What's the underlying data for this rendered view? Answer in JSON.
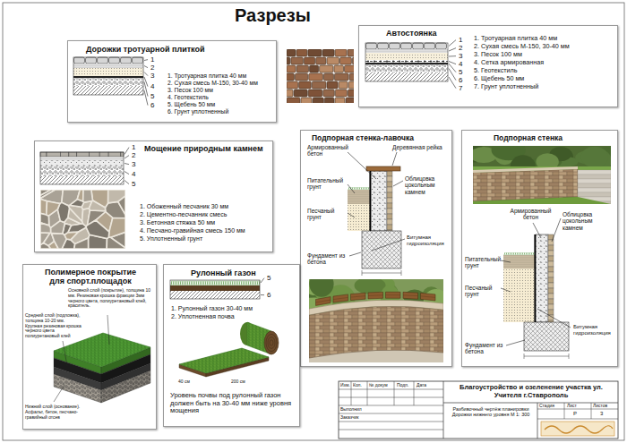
{
  "diagram": {
    "title": "Разрезы",
    "nodes": [
      {
        "text": [
          "Дорожки тротуарной плиткой",
          "1. Тротуарная плитка 40 мм",
          "2. Сухая смесь М-150, 30-40 мм",
          "3. Песок 100 мм",
          "4. Геотекстиль",
          "5. Щебень 50 мм",
          "6. Грунт уплотненный"
        ]
      },
      {
        "text": [
          "Автостоянка",
          "1. Тротуарная плитка 40 мм",
          "2. Сухая смесь М-150, 30-40 мм",
          "3. Песок 100 мм",
          "4. Сетка армированная",
          "5. Геотекстиль",
          "6. Щебень 50 мм",
          "7. Грунт уплотненный"
        ]
      },
      {
        "text": [
          "Мощение природным камнем",
          "1. Обоженный песчаник 30 мм",
          "2. Цементно-песчанник смесь",
          "3. Бетонная стяжка 50 мм",
          "4. Песчано-гравийная смесь 150 мм",
          "5. Уплотненный грунт"
        ]
      },
      {
        "text": [
          "Подпорная стенка-лавочка"
        ]
      },
      {
        "text": [
          "Подпорная стенка"
        ]
      },
      {
        "text": [
          "Полимерное покрытие для спорт.площадок"
        ]
      },
      {
        "text": [
          "Рулонный газон",
          "1. Рулонный газон 30-40 мм",
          "2. Уплотненная почва"
        ]
      }
    ],
    "labels": [
      "1",
      "2",
      "3",
      "4",
      "5",
      "6",
      "1",
      "2",
      "3",
      "4",
      "5",
      "6",
      "7",
      "1",
      "2",
      "3",
      "4",
      "5",
      "Армированный бетон",
      "Деревянная рейка",
      "Питательный грунт",
      "Облицовка цокольным камнем",
      "Песчаный грунт",
      "Битумная гидроизоляция",
      "Фундамент из бетона",
      "Армированный бетон",
      "Облицовка цокольным камнем",
      "Питательный грунт",
      "Песчаный грунт",
      "Битумная гидроизоляция",
      "Фундамент из бетона",
      "Основной слой (покрытие), толщина 10 мм. Резиновая крошка фракции 3мм черного цвета, полиуретановый клей, краситель.",
      "Средний слой (подложка), толщина 10-20 мм. Крупная резиновая крошка черного цвета полиуретановый клей",
      "Нижний слой (основание). Асфальт, бетон, песчано-гравийный отсев",
      "5",
      "6",
      "40 см",
      "200 см",
      "Уровень почвы под рулонный газон должен быть на 30-40 мм ниже уровня мощения",
      "Изм.",
      "Кол.",
      "№ докум",
      "Подп.",
      "Дата",
      "Выполнил",
      "Заказчик",
      "Благоустройство и озеленение участка ул. Учителя г.Ставрополь",
      "Разбивочный чертёж планировки Дорожки нижнего уровня М 1: 300",
      "Стадия",
      "Лист",
      "Листов",
      "Р",
      "3"
    ]
  }
}
